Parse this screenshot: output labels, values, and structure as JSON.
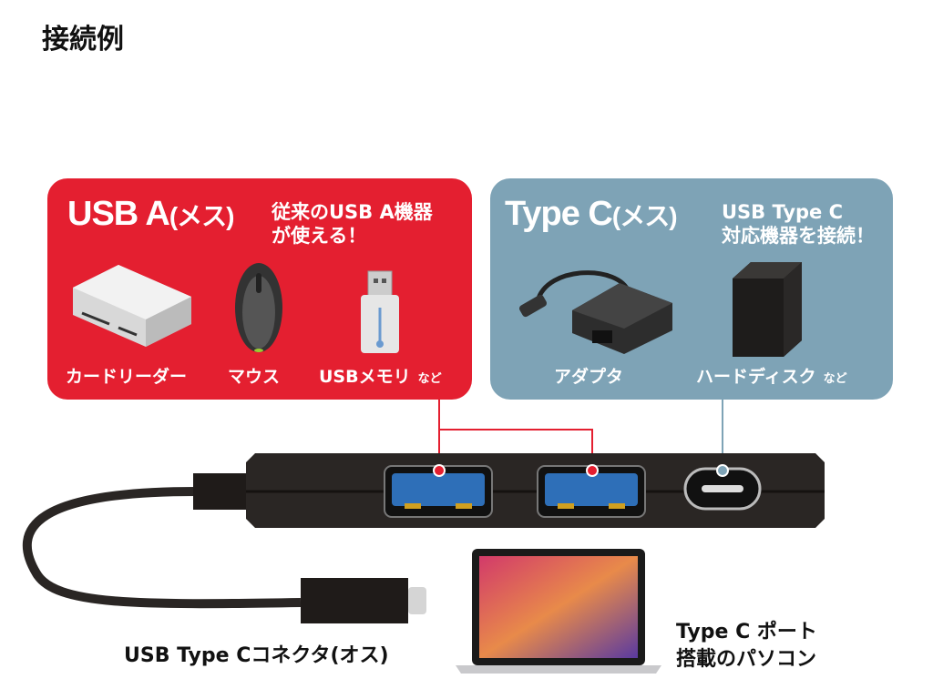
{
  "title": "接続例",
  "usb_a": {
    "heading": "USB A",
    "heading_suffix": "(メス)",
    "desc_line1": "従来のUSB A機器",
    "desc_line2": "が使える！",
    "items": [
      "カードリーダー",
      "マウス",
      "USBメモリ"
    ],
    "etc": "など",
    "color": "#e41f30"
  },
  "type_c": {
    "heading": "Type C",
    "heading_suffix": "(メス)",
    "desc_line1": "USB Type C",
    "desc_line2": "対応機器を接続！",
    "items": [
      "アダプタ",
      "ハードディスク"
    ],
    "etc": "など",
    "color": "#7ea3b6"
  },
  "connector_label": "USB Type Cコネクタ(オス)",
  "pc_label_line1": "Type C ポート",
  "pc_label_line2": "搭載のパソコン"
}
